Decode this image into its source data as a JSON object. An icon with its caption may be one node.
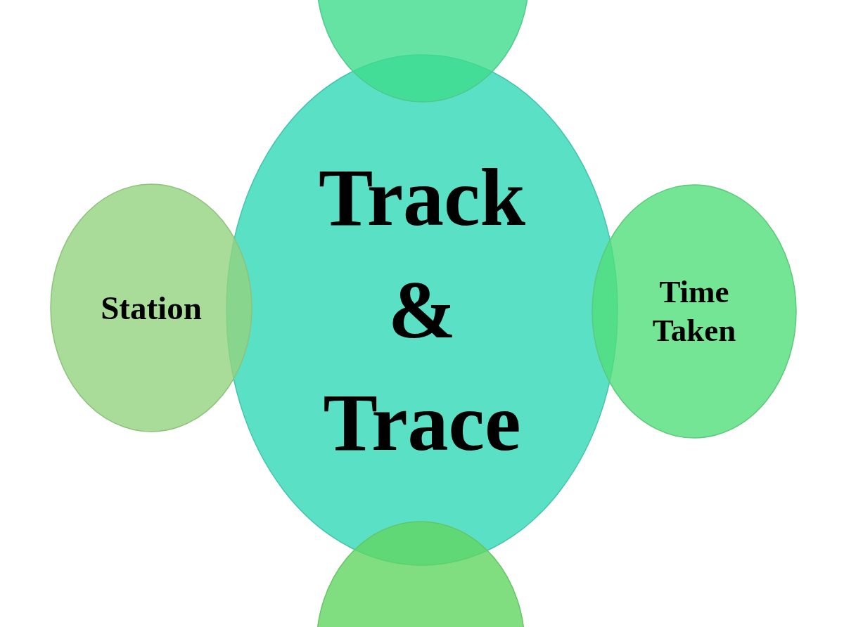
{
  "diagram": {
    "nodes": [
      {
        "text": [
          "Track & Trace"
        ]
      },
      {
        "text": [],
        "shape": "circle"
      },
      {
        "text": [
          "Station"
        ]
      },
      {
        "text": [
          "Time Taken"
        ]
      },
      {
        "text": [],
        "shape": "circle"
      }
    ]
  }
}
